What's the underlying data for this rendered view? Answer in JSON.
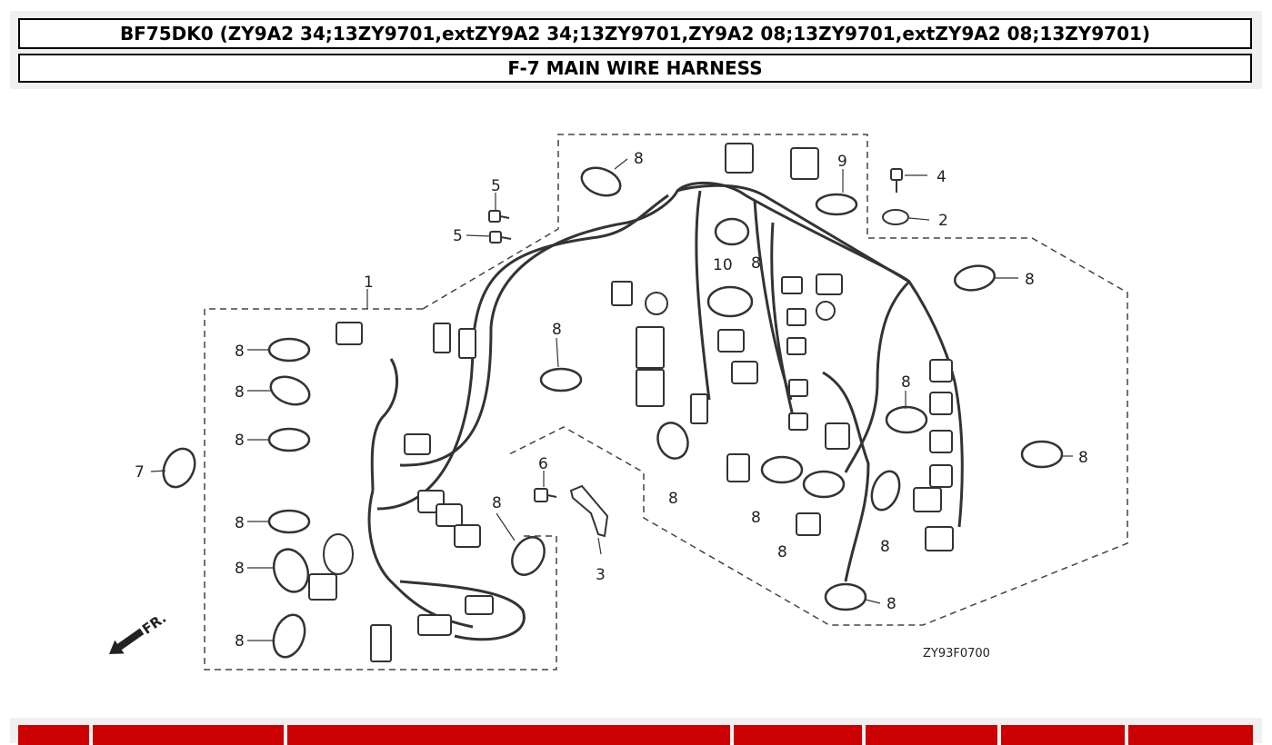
{
  "header": {
    "model_line": "BF75DK0 (ZY9A2 34;13ZY9701,extZY9A2 34;13ZY9701,ZY9A2 08;13ZY9701,extZY9A2 08;13ZY9701)",
    "section_title": "F-7 MAIN WIRE HARNESS"
  },
  "diagram": {
    "drawing_code": "ZY93F0700",
    "direction_label": "FR.",
    "callouts": {
      "c1": "1",
      "c2": "2",
      "c3": "3",
      "c4": "4",
      "c5a": "5",
      "c5b": "5",
      "c6": "6",
      "c7": "7",
      "c8_top": "8",
      "c8_upperwire": "8",
      "c8_right": "8",
      "c8_mid_center": "8",
      "c8_left1": "8",
      "c8_left2": "8",
      "c8_left3": "8",
      "c8_mid_left": "8",
      "c8_left5": "8",
      "c8_left6": "8",
      "c8_left7": "8",
      "c8_right_mid": "8",
      "c8_far_right": "8",
      "c8_b1": "8",
      "c8_b2": "8",
      "c8_b3": "8",
      "c8_b4": "8",
      "c8_bottom_right": "8",
      "c9": "9",
      "c10": "10"
    }
  },
  "table": {
    "columns": [
      "",
      "",
      "",
      "",
      "",
      "",
      ""
    ]
  },
  "colors": {
    "accent_red": "#cc0000",
    "line": "#333333"
  }
}
